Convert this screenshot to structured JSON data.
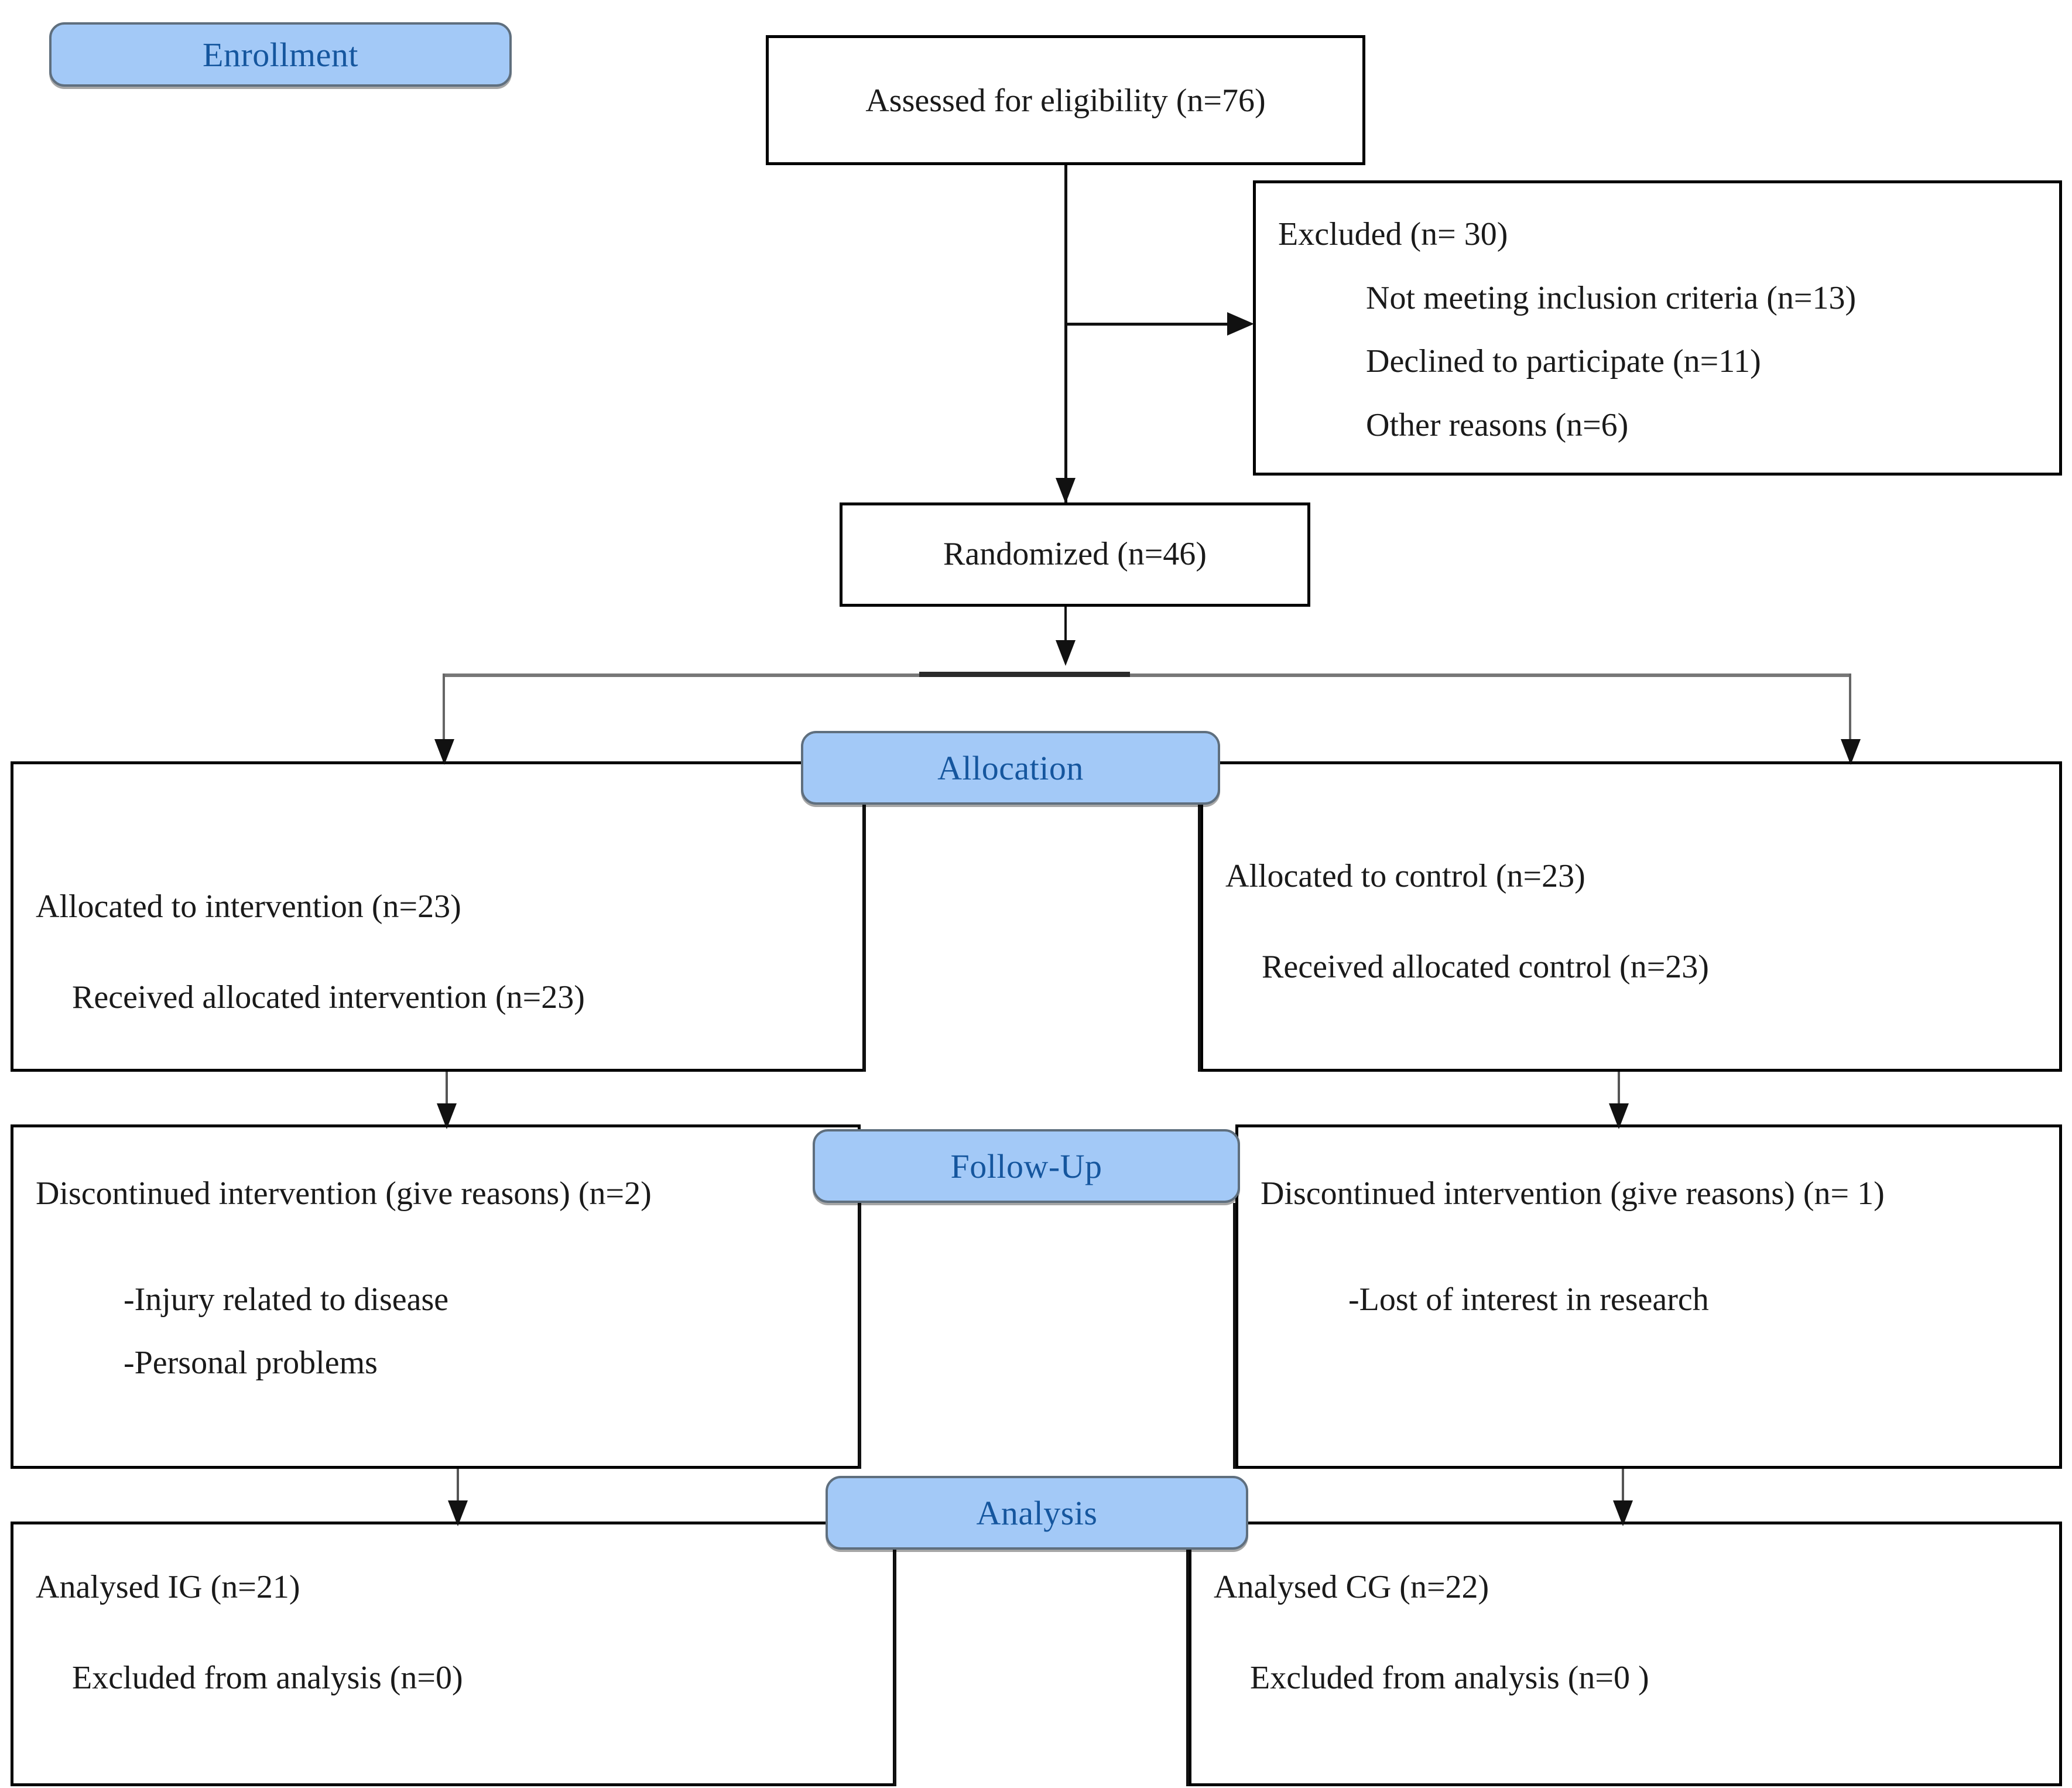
{
  "diagram": {
    "type": "consort-flow-diagram",
    "stages": [
      {
        "key": "enrollment",
        "label": "Enrollment"
      },
      {
        "key": "allocation",
        "label": "Allocation"
      },
      {
        "key": "followup",
        "label": "Follow-Up"
      },
      {
        "key": "analysis",
        "label": "Analysis"
      }
    ],
    "nodes": {
      "assessed": {
        "lines": [
          "Assessed for eligibility (n=76)"
        ]
      },
      "excluded": {
        "heading": "Excluded (n= 30)",
        "reasons": [
          "Not meeting inclusion criteria (n=13)",
          "Declined to participate (n=11)",
          "Other reasons (n=6)"
        ]
      },
      "randomized": {
        "lines": [
          "Randomized (n=46)"
        ]
      },
      "allocated_intervention": {
        "primary": "Allocated to intervention (n=23)",
        "secondary": "Received allocated intervention (n=23)"
      },
      "allocated_control": {
        "primary": "Allocated to control (n=23)",
        "secondary": "Received allocated control (n=23)"
      },
      "followup_intervention": {
        "primary": "Discontinued intervention (give reasons) (n=2)",
        "reasons": [
          "-Injury related to disease",
          "-Personal problems"
        ]
      },
      "followup_control": {
        "primary": "Discontinued intervention (give reasons) (n= 1)",
        "reasons": [
          "-Lost of interest in research"
        ]
      },
      "analysed_intervention": {
        "primary": "Analysed IG (n=21)",
        "secondary": "Excluded from analysis (n=0)"
      },
      "analysed_control": {
        "primary": "Analysed CG (n=22)",
        "secondary": "Excluded from analysis (n=0 )"
      }
    },
    "colors": {
      "badge_fill": "#a3c9f7",
      "badge_border": "#5f6f7e",
      "badge_text": "#15569e",
      "box_border": "#000000",
      "box_text": "#1a1a1a",
      "connector": "#111111",
      "background": "#ffffff"
    }
  }
}
